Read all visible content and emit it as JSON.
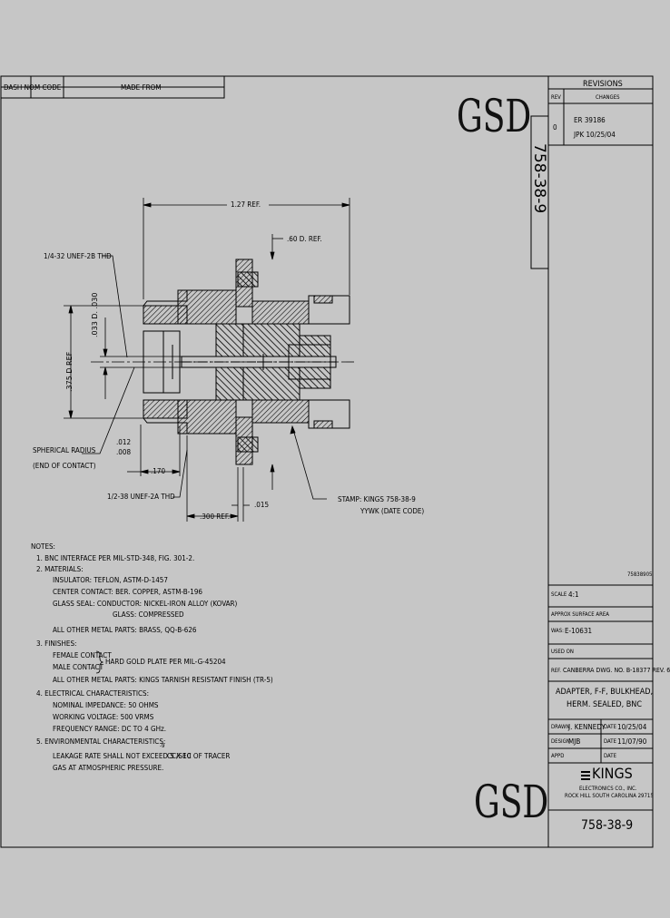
{
  "title_block_top": {
    "dash_no": "DASH NO.",
    "m_code": "M CODE",
    "made_from": "MADE FROM"
  },
  "logos": {
    "top": "GSD",
    "bottom": "GSD"
  },
  "part_number_vertical": "758-38-9",
  "revisions": {
    "header": "REVISIONS",
    "col_rev": "REV",
    "col_changes": "CHANGES",
    "rev": "0",
    "line1": "ER 39186",
    "line2": "JPK 10/25/04"
  },
  "dimensions": {
    "overall": "1.27 REF.",
    "flange": ".60 D. REF.",
    "thread_front": "1/4-32 UNEF-2B THD",
    "contact_dia": ".033 D. .030",
    "body_dia": ".375 D REF",
    "spherical_1": "SPHERICAL RADIUS",
    "spherical_2": "(END OF CONTACT)",
    "sph_tol_1": ".012",
    "sph_tol_2": ".008",
    "d170": ".170",
    "thread_rear": "1/2-38 UNEF-2A THD",
    "d300": ".300 REF.",
    "d015": ".015"
  },
  "stamp": {
    "line1": "STAMP: KINGS 758-38-9",
    "line2": "YYWK (DATE CODE)"
  },
  "notes": {
    "header": "NOTES:",
    "n1": "1. BNC INTERFACE PER MIL-STD-348, FIG. 301-2.",
    "n2": "2. MATERIALS:",
    "n2a": "INSULATOR: TEFLON, ASTM-D-1457",
    "n2b": "CENTER CONTACT: BER. COPPER, ASTM-B-196",
    "n2c": "GLASS SEAL: CONDUCTOR: NICKEL-IRON ALLOY (KOVAR)",
    "n2d": "GLASS: COMPRESSED",
    "n2e": "ALL OTHER METAL PARTS: BRASS, QQ-B-626",
    "n3": "3. FINISHES:",
    "n3a": "FEMALE CONTACT",
    "n3b": "MALE CONTACT",
    "n3c": "HARD GOLD PLATE PER MIL-G-45204",
    "n3d": "ALL OTHER METAL PARTS: KINGS TARNISH RESISTANT FINISH (TR-5)",
    "n4": "4. ELECTRICAL CHARACTERISTICS:",
    "n4a": "NOMINAL IMPEDANCE: 50 OHMS",
    "n4b": "WORKING VOLTAGE: 500 VRMS",
    "n4c": "FREQUENCY RANGE: DC TO 4 GHz.",
    "n5": "5. ENVIRONMENTAL CHARACTERISTICS:",
    "n5a": "LEAKAGE RATE SHALL NOT EXCEED 5 X 10",
    "n5exp": "-9",
    "n5b": "CC/SEC OF TRACER",
    "n5c": "GAS AT ATMOSPHERIC PRESSURE."
  },
  "title_block": {
    "file_id": "75838905",
    "scale_label": "SCALE",
    "scale": "4:1",
    "approx_label": "APPROX SURFACE AREA",
    "was_label": "WAS:",
    "was": "E-10631",
    "used_on": "USED ON",
    "ref_label": "REF.",
    "ref": "CANBERRA DWG. NO. B-18377 REV. 6",
    "desc1": "ADAPTER, F-F, BULKHEAD,",
    "desc2": "HERM. SEALED, BNC",
    "drawn_label": "DRAWN",
    "drawn": "J. KENNEDY",
    "drawn_date_label": "DATE",
    "drawn_date": "10/25/04",
    "design_label": "DESIGN",
    "design": "MJB",
    "design_date_label": "DATE",
    "design_date": "11/07/90",
    "appd_label": "APPD",
    "appd_date_label": "DATE",
    "company": "KINGS",
    "company_sub1": "ELECTRONICS CO., INC.",
    "company_sub2": "ROCK HILL SOUTH CAROLINA 29715",
    "part_number": "758-38-9"
  },
  "colors": {
    "background": "#c6c6c6",
    "ink": "#000000"
  }
}
